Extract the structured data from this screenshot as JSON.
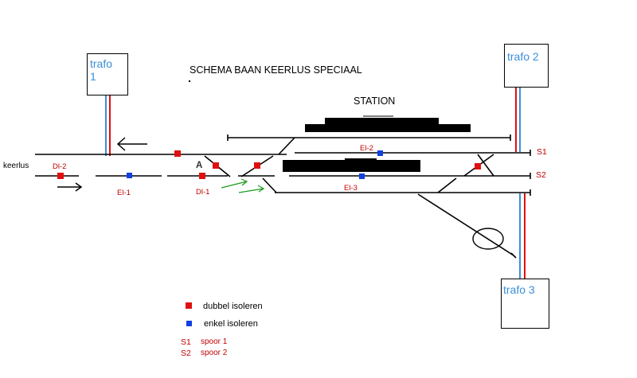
{
  "title": "SCHEMA BAAN KEERLUS SPECIAAL",
  "station_label": "STATION",
  "keerlus_label": "keerlus",
  "trafos": {
    "t1_line1": "trafo",
    "t1_line2": "1",
    "t2": "trafo 2",
    "t3": "trafo 3"
  },
  "track_labels": {
    "s1": "S1",
    "s2": "S2"
  },
  "point_label_a": "A",
  "marker_labels": {
    "dl2": "Dl-2",
    "el1": "El-1",
    "dl1": "Dl-1",
    "el2": "El-2",
    "el3": "El-3"
  },
  "legend": {
    "double_text": "dubbel isoleren",
    "single_text": "enkel isoleren",
    "s1_key": "S1",
    "s1_text": "spoor 1",
    "s2_key": "S2",
    "s2_text": "spoor 2"
  },
  "colors": {
    "double_isolation": "#e01010",
    "single_isolation": "#1040e0",
    "wire_red": "#e01010",
    "wire_blue": "#3a8fd8",
    "trafo_text": "#3a8fd8",
    "label_red": "#c00000",
    "arrow_green": "#1a9a1a"
  }
}
